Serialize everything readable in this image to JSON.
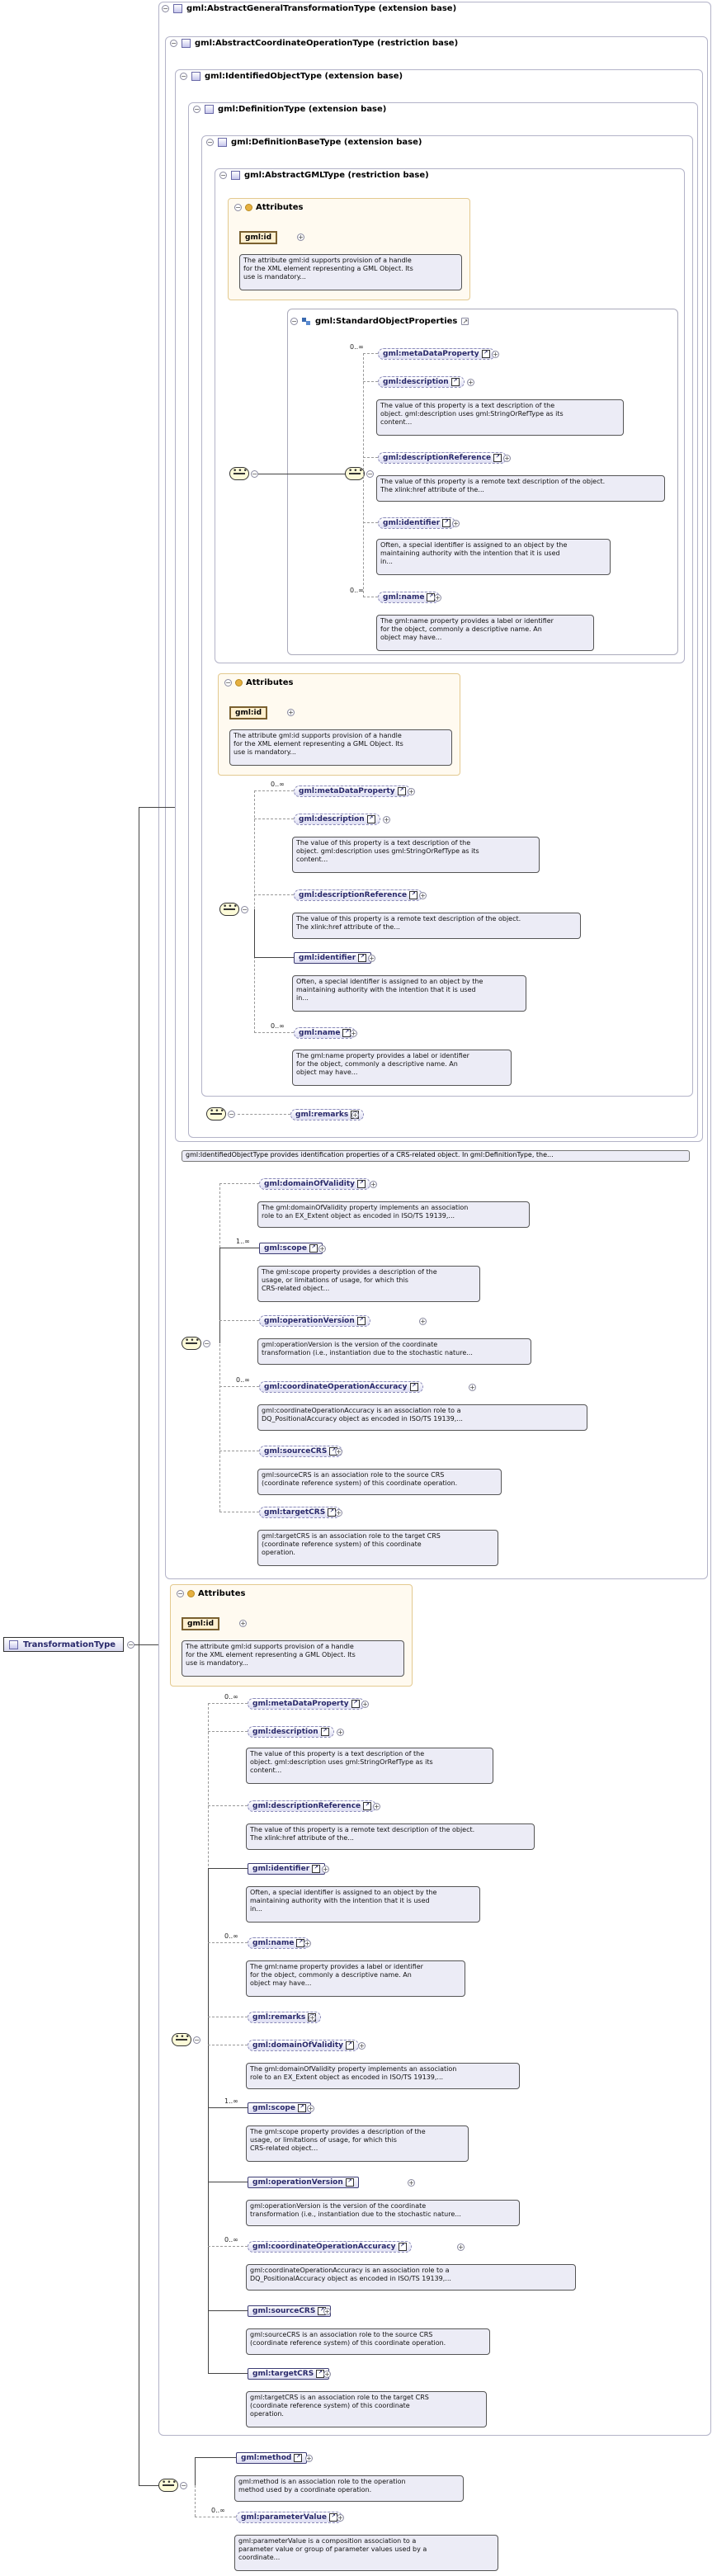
{
  "root": {
    "label": "TransformationType"
  },
  "headers": {
    "h1": "gml:AbstractGeneralTransformationType (extension base)",
    "h2": "gml:AbstractCoordinateOperationType (restriction base)",
    "h3": "gml:IdentifiedObjectType (extension base)",
    "h4": "gml:DefinitionType (extension base)",
    "h5": "gml:DefinitionBaseType (extension base)",
    "h6": "gml:AbstractGMLType (restriction base)",
    "group": "gml:StandardObjectProperties"
  },
  "attributes": {
    "title": "Attributes",
    "gml_id": "gml:id",
    "gml_id_doc": "The attribute gml:id supports provision of a handle\nfor the XML element representing a GML Object. Its\nuse is mandatory..."
  },
  "mult": {
    "zero_inf": "0..∞",
    "one_inf": "1..∞"
  },
  "elements": {
    "metaDataProperty": "gml:metaDataProperty",
    "description": "gml:description",
    "descriptionReference": "gml:descriptionReference",
    "identifier": "gml:identifier",
    "name": "gml:name",
    "remarks": "gml:remarks",
    "domainOfValidity": "gml:domainOfValidity",
    "scope": "gml:scope",
    "operationVersion": "gml:operationVersion",
    "coordinateOperationAccuracy": "gml:coordinateOperationAccuracy",
    "sourceCRS": "gml:sourceCRS",
    "targetCRS": "gml:targetCRS",
    "method": "gml:method",
    "parameterValue": "gml:parameterValue"
  },
  "docs": {
    "description": "The value of this property is a text description of the\nobject. gml:description uses gml:StringOrRefType as its\ncontent...",
    "descriptionReference": "The value of this property is a remote text description of the object.\nThe xlink:href attribute of the...",
    "identifier": "Often, a special identifier is assigned to an object by the\nmaintaining authority with the intention that it is used\nin...",
    "name": "The gml:name property provides a label or identifier\nfor the object, commonly a descriptive name. An\nobject may have...",
    "identifiedObject": "gml:IdentifiedObjectType provides identification properties of a CRS-related object. In gml:DefinitionType, the...",
    "domainOfValidity": "The gml:domainOfValidity property implements an association\nrole to an EX_Extent object as encoded in ISO/TS 19139,...",
    "scope": "The gml:scope property provides a description of the\nusage, or limitations of usage, for which this\nCRS-related object...",
    "operationVersion": "gml:operationVersion is the version of the coordinate\ntransformation (i.e., instantiation due to the stochastic nature...",
    "coordinateOperationAccuracy": "gml:coordinateOperationAccuracy is an association role to a\nDQ_PositionalAccuracy object as encoded in ISO/TS 19139,...",
    "sourceCRS": "gml:sourceCRS is an association role to the source CRS\n(coordinate reference system) of this coordinate operation.",
    "targetCRS": "gml:targetCRS is an association role to the target CRS\n(coordinate reference system) of this coordinate\noperation.",
    "method": "gml:method is an association role to the operation\nmethod used by a coordinate operation.",
    "parameterValue": "gml:parameterValue is a composition association to a\nparameter value or group of parameter values used by a\ncoordinate..."
  }
}
